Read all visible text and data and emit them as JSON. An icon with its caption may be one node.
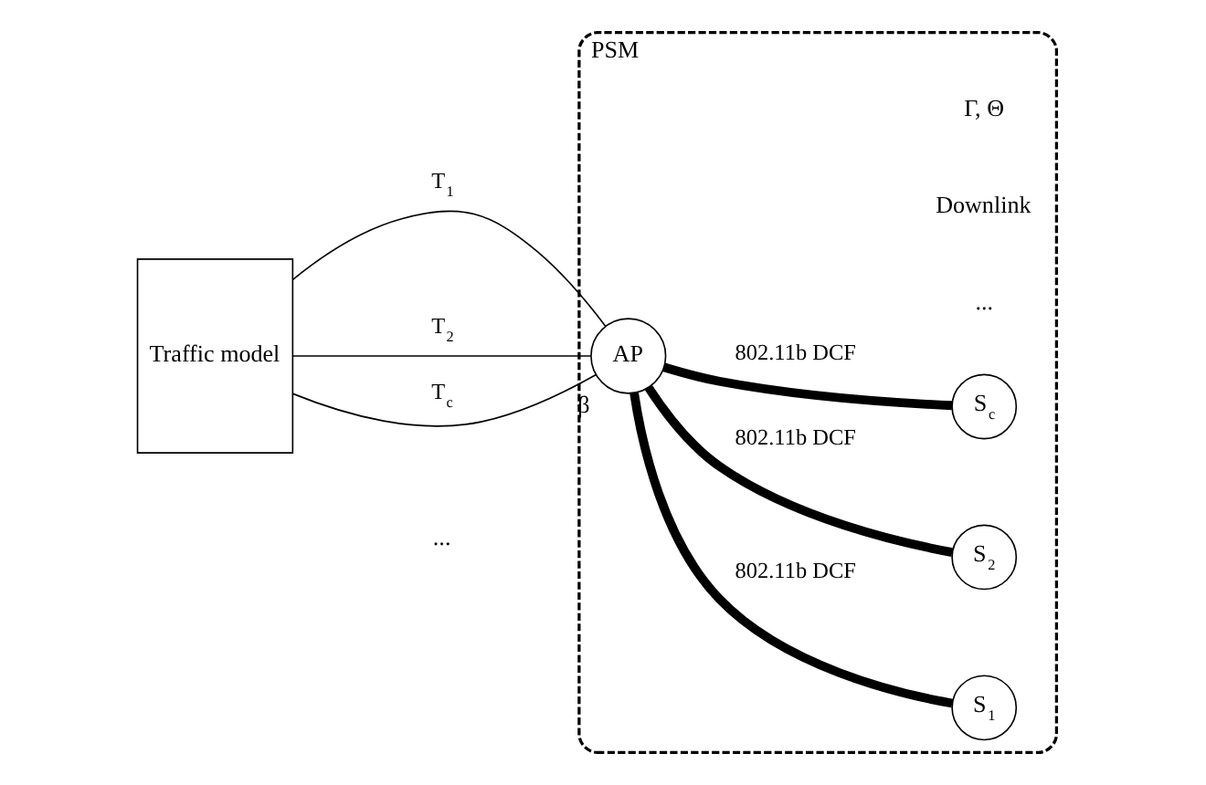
{
  "diagram": {
    "nodes": [
      {
        "text": [
          "PSM"
        ]
      },
      {
        "text": [
          "Traffic model"
        ]
      },
      {
        "text": [
          "AP"
        ],
        "in": 0,
        "beside": [
          "β"
        ]
      },
      {
        "text": [
          "S$_{1}$"
        ],
        "in": 0
      },
      {
        "text": [
          "S$_{2}$"
        ],
        "in": 0
      },
      {
        "text": [
          "S$_{c}$"
        ],
        "in": 0
      }
    ],
    "edges": [
      {
        "from": 1,
        "to": 2,
        "arrow": "none",
        "label": "T$_{1}$"
      },
      {
        "from": 1,
        "to": 2,
        "arrow": "none",
        "label": "T$_{2}$"
      },
      {
        "from": 1,
        "to": 2,
        "arrow": "none",
        "label": "T$_{c}$"
      },
      {
        "from": 2,
        "to": 3,
        "arrow": "none",
        "label": "802.11b DCF",
        "style": "thick"
      },
      {
        "from": 2,
        "to": 4,
        "arrow": "none",
        "label": "802.11b DCF",
        "style": "thick"
      },
      {
        "from": 2,
        "to": 5,
        "arrow": "none",
        "label": "802.11b DCF",
        "style": "thick"
      }
    ],
    "labels": [
      "...",
      "...",
      "Downlink",
      "Γ, Θ"
    ]
  }
}
